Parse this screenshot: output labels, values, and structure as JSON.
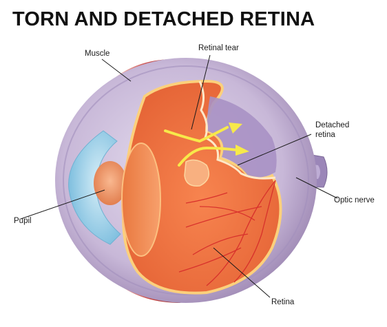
{
  "title": "TORN AND DETACHED RETINA",
  "labels": {
    "muscle": "Muscle",
    "retinal_tear": "Retinal tear",
    "detached_line1": "Detached",
    "detached_line2": "retina",
    "optic_nerve": "Optic nerve",
    "pupil": "Pupil",
    "retina": "Retina"
  },
  "colors": {
    "sclera_purple": "#b8a6c8",
    "muscle_red": "#b8373a",
    "cornea_blue": "#a9d6ec",
    "retina_orange": "#ee7a48",
    "inner_orange": "#fa9a6a",
    "arrow_yellow": "#f7e94a",
    "vessel_red": "#d62a2a"
  }
}
